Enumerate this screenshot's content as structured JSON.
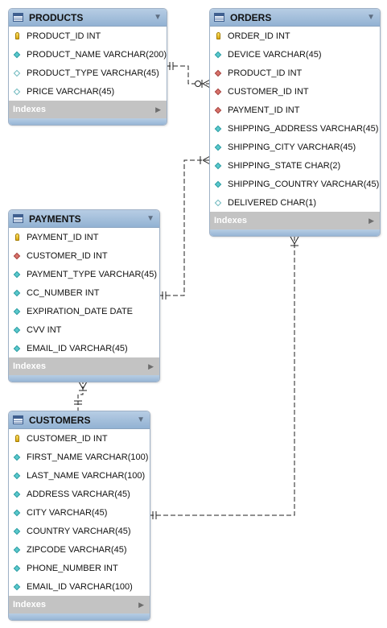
{
  "colors": {
    "header": "#a4c0de",
    "primary_key": "#f2c94c",
    "column": "#5ac8cd",
    "foreign_key": "#d9736b",
    "indexes_bar": "#c3c3c3",
    "relationship_line": "#222222"
  },
  "icons": {
    "table": "table-grid-icon",
    "collapse": "triangle-down-icon",
    "primary_key": "key-icon",
    "column": "diamond-icon",
    "foreign_key": "red-diamond-icon",
    "nullable": "hollow-diamond-icon",
    "indexes_expand": "triangle-right-icon"
  },
  "tables": {
    "products": {
      "title": "PRODUCTS",
      "indexes_label": "Indexes",
      "columns": [
        {
          "text": "PRODUCT_ID INT",
          "kind": "pk"
        },
        {
          "text": "PRODUCT_NAME VARCHAR(200)",
          "kind": "col"
        },
        {
          "text": "PRODUCT_TYPE VARCHAR(45)",
          "kind": "nul"
        },
        {
          "text": "PRICE VARCHAR(45)",
          "kind": "nul"
        }
      ]
    },
    "orders": {
      "title": "ORDERS",
      "indexes_label": "Indexes",
      "columns": [
        {
          "text": "ORDER_ID INT",
          "kind": "pk"
        },
        {
          "text": "DEVICE VARCHAR(45)",
          "kind": "col"
        },
        {
          "text": "PRODUCT_ID INT",
          "kind": "fk"
        },
        {
          "text": "CUSTOMER_ID INT",
          "kind": "fk"
        },
        {
          "text": "PAYMENT_ID INT",
          "kind": "fk"
        },
        {
          "text": "SHIPPING_ADDRESS VARCHAR(45)",
          "kind": "col"
        },
        {
          "text": "SHIPPING_CITY VARCHAR(45)",
          "kind": "col"
        },
        {
          "text": "SHIPPING_STATE CHAR(2)",
          "kind": "col"
        },
        {
          "text": "SHIPPING_COUNTRY VARCHAR(45)",
          "kind": "col"
        },
        {
          "text": "DELIVERED CHAR(1)",
          "kind": "nul"
        }
      ]
    },
    "payments": {
      "title": "PAYMENTS",
      "indexes_label": "Indexes",
      "columns": [
        {
          "text": "PAYMENT_ID INT",
          "kind": "pk"
        },
        {
          "text": "CUSTOMER_ID INT",
          "kind": "fk"
        },
        {
          "text": "PAYMENT_TYPE VARCHAR(45)",
          "kind": "col"
        },
        {
          "text": "CC_NUMBER INT",
          "kind": "col"
        },
        {
          "text": "EXPIRATION_DATE DATE",
          "kind": "col"
        },
        {
          "text": "CVV INT",
          "kind": "col"
        },
        {
          "text": "EMAIL_ID VARCHAR(45)",
          "kind": "col"
        }
      ]
    },
    "customers": {
      "title": "CUSTOMERS",
      "indexes_label": "Indexes",
      "columns": [
        {
          "text": "CUSTOMER_ID INT",
          "kind": "pk"
        },
        {
          "text": "FIRST_NAME VARCHAR(100)",
          "kind": "col"
        },
        {
          "text": "LAST_NAME VARCHAR(100)",
          "kind": "col"
        },
        {
          "text": "ADDRESS VARCHAR(45)",
          "kind": "col"
        },
        {
          "text": "CITY VARCHAR(45)",
          "kind": "col"
        },
        {
          "text": "COUNTRY VARCHAR(45)",
          "kind": "col"
        },
        {
          "text": "ZIPCODE VARCHAR(45)",
          "kind": "col"
        },
        {
          "text": "PHONE_NUMBER INT",
          "kind": "col"
        },
        {
          "text": "EMAIL_ID VARCHAR(100)",
          "kind": "col"
        }
      ]
    }
  },
  "relationships": [
    {
      "from": "PRODUCTS",
      "to": "ORDERS",
      "from_end": "one-and-only-one",
      "to_end": "zero-or-many"
    },
    {
      "from": "PAYMENTS",
      "to": "ORDERS",
      "from_end": "one-and-only-one",
      "to_end": "one-or-many"
    },
    {
      "from": "CUSTOMERS",
      "to": "ORDERS",
      "from_end": "one-and-only-one",
      "to_end": "one-or-many"
    },
    {
      "from": "CUSTOMERS",
      "to": "PAYMENTS",
      "from_end": "one-and-only-one",
      "to_end": "one-or-many"
    }
  ]
}
